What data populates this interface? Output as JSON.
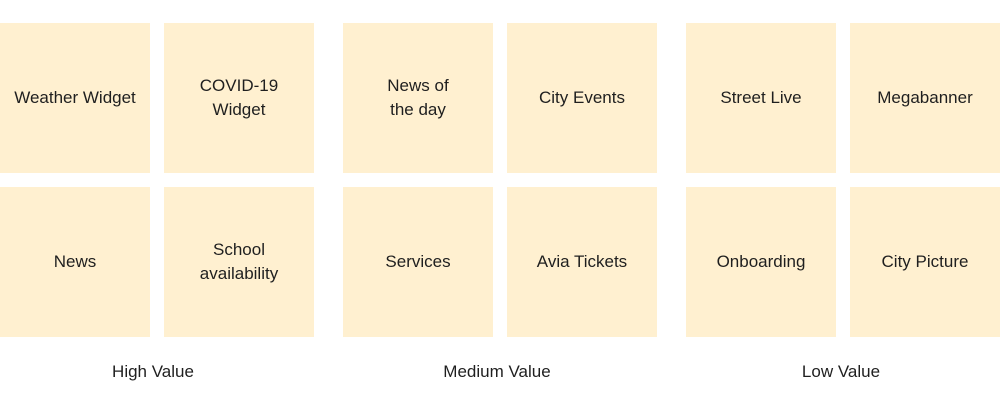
{
  "groups": [
    {
      "label": "High Value",
      "notes": [
        "Weather Widget",
        "COVID-19\nWidget",
        "News",
        "School\navailability"
      ]
    },
    {
      "label": "Medium Value",
      "notes": [
        "News of\nthe day",
        "City Events",
        "Services",
        "Avia Tickets"
      ]
    },
    {
      "label": "Low Value",
      "notes": [
        "Street Live",
        "Megabanner",
        "Onboarding",
        "City Picture"
      ]
    }
  ],
  "colors": {
    "note_fill": "#fff0d0",
    "text": "#1f1f1f"
  }
}
